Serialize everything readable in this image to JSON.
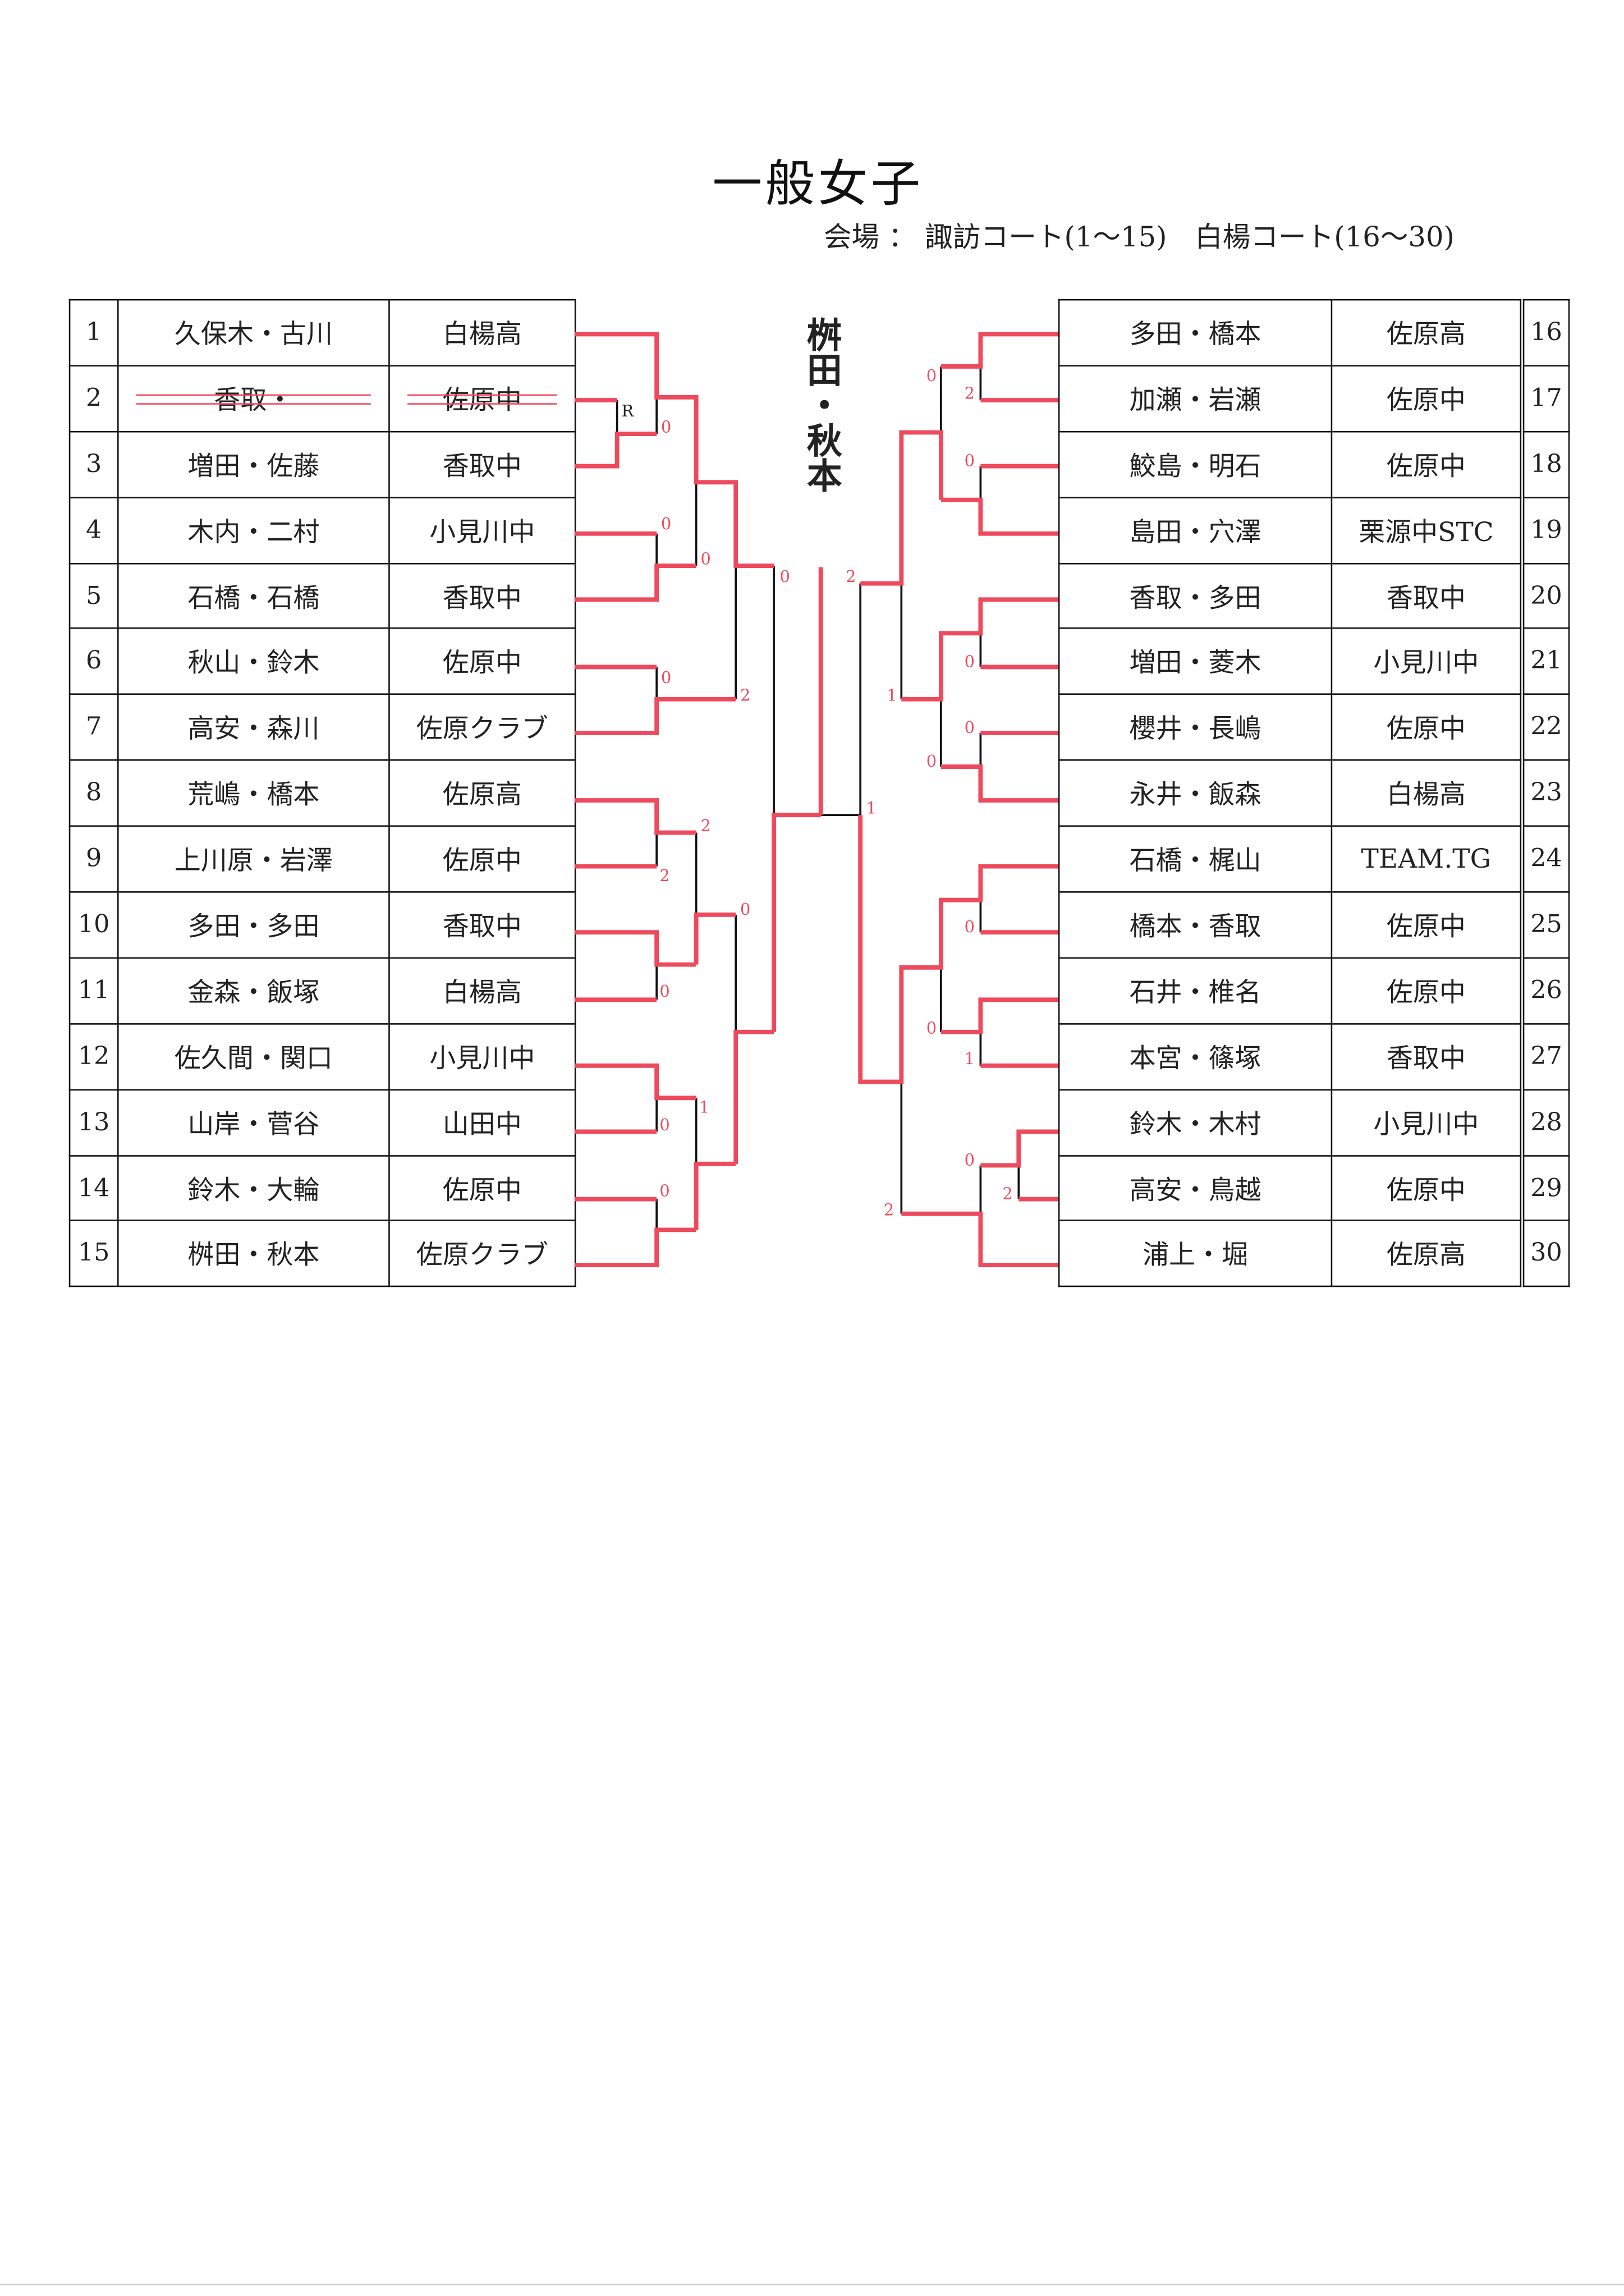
{
  "title": "一般女子",
  "venue": "会場 ： 諏訪コート(1～15)　白楊コート(16～30)",
  "champion": "桝田・秋本",
  "colors": {
    "result_line": "#ee4a5e",
    "bracket_line": "#111111"
  },
  "left_entries": [
    {
      "no": "1",
      "names": "久保木・古川",
      "school": "白楊高"
    },
    {
      "no": "2",
      "names": "香取・",
      "school": "佐原中",
      "withdrawn": true
    },
    {
      "no": "3",
      "names": "増田・佐藤",
      "school": "香取中"
    },
    {
      "no": "4",
      "names": "木内・二村",
      "school": "小見川中"
    },
    {
      "no": "5",
      "names": "石橋・石橋",
      "school": "香取中"
    },
    {
      "no": "6",
      "names": "秋山・鈴木",
      "school": "佐原中"
    },
    {
      "no": "7",
      "names": "高安・森川",
      "school": "佐原クラブ"
    },
    {
      "no": "8",
      "names": "荒嶋・橋本",
      "school": "佐原高"
    },
    {
      "no": "9",
      "names": "上川原・岩澤",
      "school": "佐原中"
    },
    {
      "no": "10",
      "names": "多田・多田",
      "school": "香取中"
    },
    {
      "no": "11",
      "names": "金森・飯塚",
      "school": "白楊高"
    },
    {
      "no": "12",
      "names": "佐久間・関口",
      "school": "小見川中"
    },
    {
      "no": "13",
      "names": "山岸・菅谷",
      "school": "山田中"
    },
    {
      "no": "14",
      "names": "鈴木・大輪",
      "school": "佐原中"
    },
    {
      "no": "15",
      "names": "桝田・秋本",
      "school": "佐原クラブ"
    }
  ],
  "right_entries": [
    {
      "no": "16",
      "names": "多田・橋本",
      "school": "佐原高"
    },
    {
      "no": "17",
      "names": "加瀬・岩瀬",
      "school": "佐原中"
    },
    {
      "no": "18",
      "names": "鮫島・明石",
      "school": "佐原中"
    },
    {
      "no": "19",
      "names": "島田・穴澤",
      "school": "栗源中STC"
    },
    {
      "no": "20",
      "names": "香取・多田",
      "school": "香取中"
    },
    {
      "no": "21",
      "names": "増田・菱木",
      "school": "小見川中"
    },
    {
      "no": "22",
      "names": "櫻井・長嶋",
      "school": "佐原中"
    },
    {
      "no": "23",
      "names": "永井・飯森",
      "school": "白楊高"
    },
    {
      "no": "24",
      "names": "石橋・梶山",
      "school": "TEAM.TG"
    },
    {
      "no": "25",
      "names": "橋本・香取",
      "school": "佐原中"
    },
    {
      "no": "26",
      "names": "石井・椎名",
      "school": "佐原中"
    },
    {
      "no": "27",
      "names": "本宮・篠塚",
      "school": "香取中"
    },
    {
      "no": "28",
      "names": "鈴木・木村",
      "school": "小見川中"
    },
    {
      "no": "29",
      "names": "高安・鳥越",
      "school": "佐原中"
    },
    {
      "no": "30",
      "names": "浦上・堀",
      "school": "佐原高"
    }
  ],
  "bracket": {
    "scores": [
      "R",
      "0",
      "0",
      "0",
      "0",
      "2",
      "2",
      "2",
      "0",
      "0",
      "1",
      "0",
      "0",
      "0",
      "2",
      "1",
      "0",
      "2",
      "0",
      "0",
      "1",
      "0",
      "0",
      "0",
      "0",
      "1",
      "0",
      "2",
      "2"
    ]
  }
}
